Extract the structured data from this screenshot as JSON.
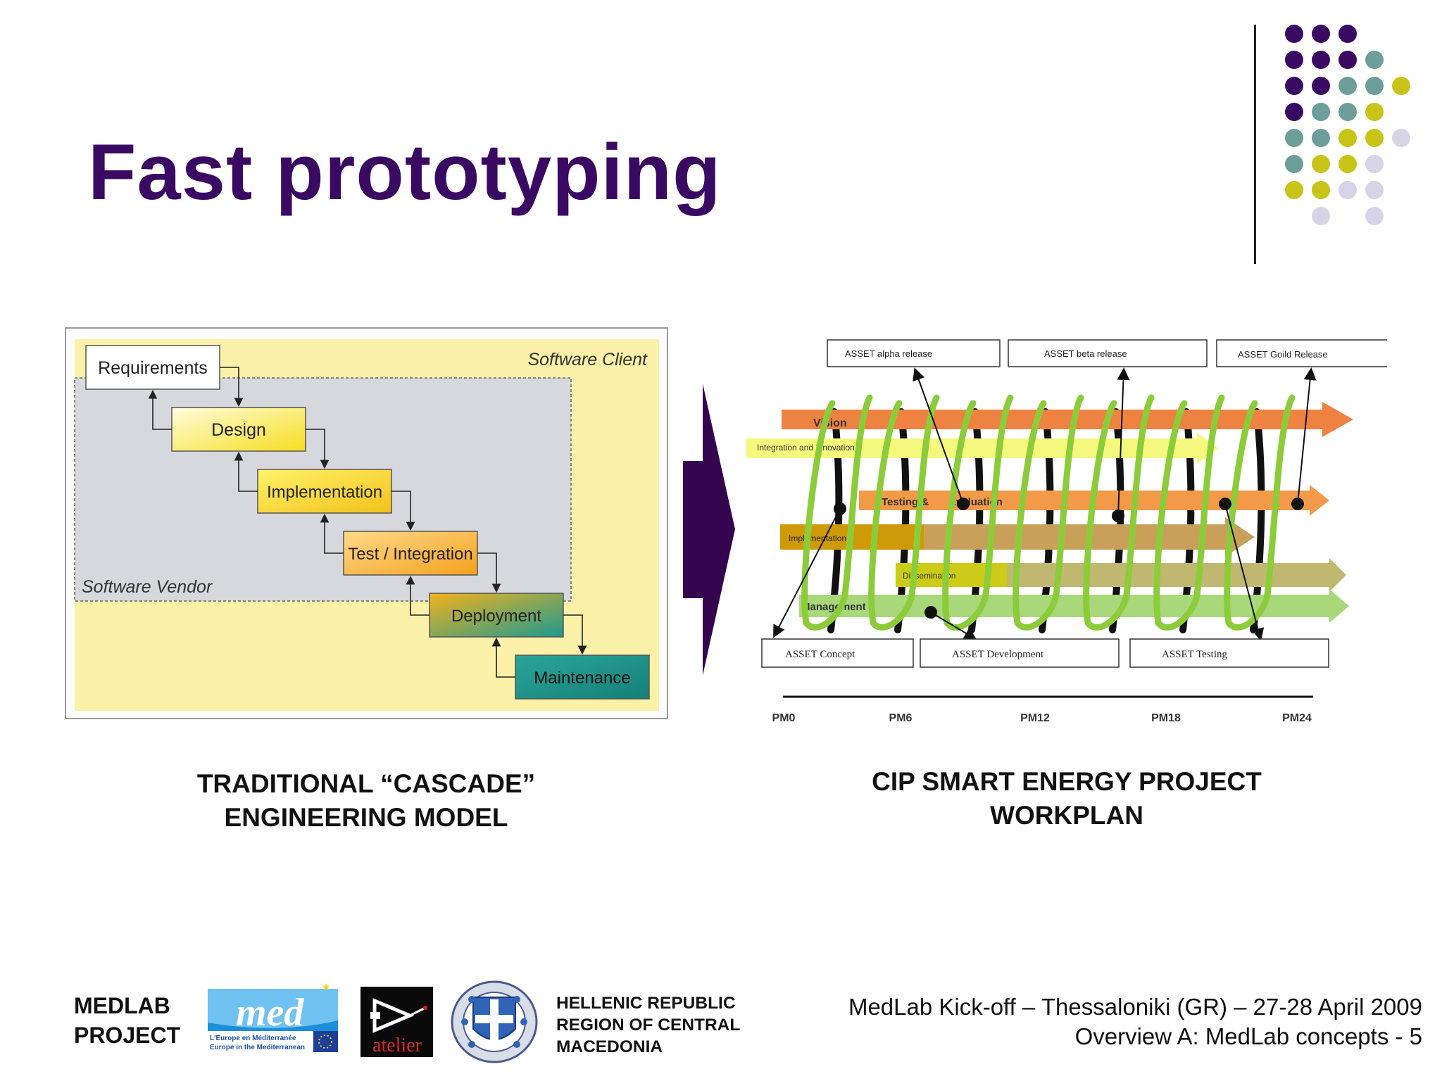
{
  "title": "Fast prototyping",
  "colors": {
    "title": "#3a0a63",
    "dot_purple": "#3a0a63",
    "dot_teal": "#6e9e9a",
    "dot_yellow": "#c8c418",
    "dot_lilac": "#d7d4e8"
  },
  "decoration": {
    "dot_grid": [
      [
        "purple",
        "purple",
        "purple",
        "",
        "",
        ""
      ],
      [
        "purple",
        "purple",
        "purple",
        "teal",
        "",
        ""
      ],
      [
        "purple",
        "purple",
        "teal",
        "teal",
        "yellow",
        ""
      ],
      [
        "purple",
        "teal",
        "teal",
        "yellow",
        "",
        ""
      ],
      [
        "teal",
        "teal",
        "yellow",
        "yellow",
        "lilac",
        ""
      ],
      [
        "teal",
        "yellow",
        "yellow",
        "lilac",
        "",
        ""
      ],
      [
        "yellow",
        "yellow",
        "lilac",
        "lilac",
        "",
        ""
      ],
      [
        "",
        "lilac",
        "",
        "lilac",
        "",
        ""
      ]
    ]
  },
  "cascade": {
    "client_label": "Software Client",
    "vendor_label": "Software Vendor",
    "steps": [
      "Requirements",
      "Design",
      "Implementation",
      "Test / Integration",
      "Deployment",
      "Maintenance"
    ],
    "caption_line1": "TRADITIONAL “CASCADE”",
    "caption_line2": "ENGINEERING MODEL"
  },
  "workplan": {
    "releases": [
      "ASSET alpha release",
      "ASSET beta release",
      "ASSET Goild Release"
    ],
    "bands": [
      "Vision",
      "Integration and Innovation",
      "Testing &",
      "Evaluation",
      "Implementation",
      "Dissemination",
      "Management"
    ],
    "phases": [
      "ASSET Concept",
      "ASSET Development",
      "ASSET Testing"
    ],
    "months": [
      "PM0",
      "PM6",
      "PM12",
      "PM18",
      "PM24"
    ],
    "caption_line1": "CIP SMART ENERGY PROJECT",
    "caption_line2": "WORKPLAN"
  },
  "footer": {
    "medlab_line1": "MEDLAB",
    "medlab_line2": "PROJECT",
    "med_logo_text": "med",
    "med_logo_sub1": "L'Europe en Méditerranée",
    "med_logo_sub2": "Europe in the Mediterranean",
    "atelier_logo_text": "atelier",
    "hellenic_line1": "HELLENIC REPUBLIC",
    "hellenic_line2": "REGION OF CENTRAL",
    "hellenic_line3": "MACEDONIA",
    "event_line": "MedLab Kick-off – Thessaloniki (GR) – 27-28 April 2009",
    "overview_line": "Overview A: MedLab concepts - 5"
  }
}
